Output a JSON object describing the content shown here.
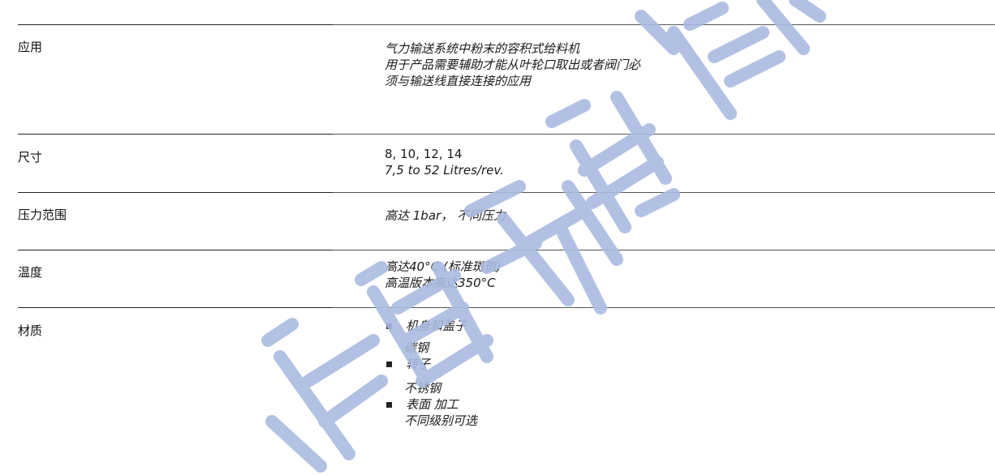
{
  "sections": [
    {
      "label": "应用",
      "lines": [
        "气力输送系统中粉末的容积式给料机",
        "用于产品需要辅助才能从叶轮口取出或者阀门必",
        "须与输送线直接连接的应用"
      ]
    },
    {
      "label": "尺寸",
      "lines": [
        "8, 10, 12, 14",
        "7,5 to 52 Litres/rev."
      ]
    },
    {
      "label": "压力范围",
      "lines": [
        "高达 1bar， 不同压力"
      ]
    },
    {
      "label": "温度",
      "lines": [
        "高达40°C (标准斑斑)",
        "高温版本高达350°C"
      ]
    },
    {
      "label": "材质",
      "materials": [
        {
          "title": "机身和盖子",
          "detail": "碳钢"
        },
        {
          "title": "转子",
          "detail": "不锈钢"
        },
        {
          "title": "表面 加工",
          "detail": "不同级别可选"
        }
      ]
    }
  ],
  "watermark": {
    "text": "佰蒴科学仪",
    "color": "#aabbe0"
  }
}
